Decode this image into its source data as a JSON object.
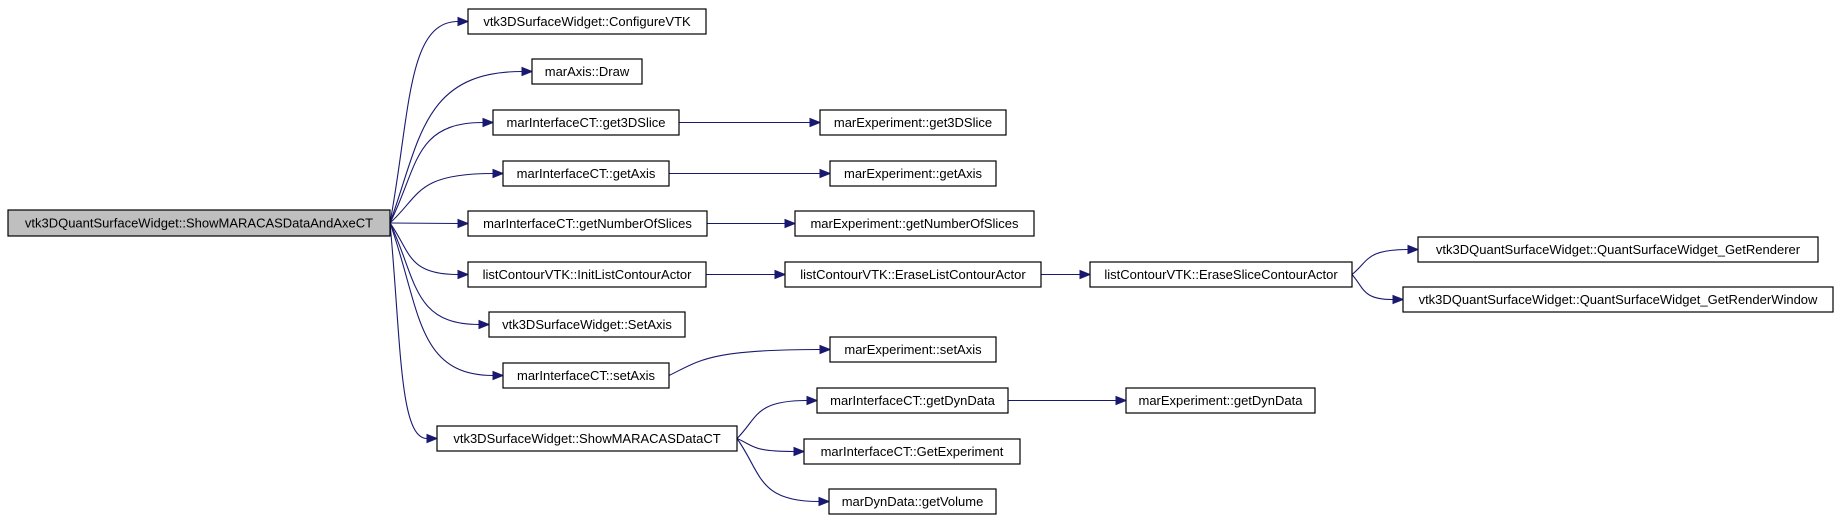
{
  "diagram": {
    "type": "call-graph",
    "edge_color": "#191970",
    "root_fill": "#bfbfbf",
    "nodes": [
      {
        "id": "root",
        "label": "vtk3DQuantSurfaceWidget::ShowMARACASDataAndAxeCT",
        "root": true
      },
      {
        "id": "n_configure",
        "label": "vtk3DSurfaceWidget::ConfigureVTK"
      },
      {
        "id": "n_draw",
        "label": "marAxis::Draw"
      },
      {
        "id": "n_ict_get3d",
        "label": "marInterfaceCT::get3DSlice"
      },
      {
        "id": "n_exp_get3d",
        "label": "marExperiment::get3DSlice"
      },
      {
        "id": "n_ict_getaxis",
        "label": "marInterfaceCT::getAxis"
      },
      {
        "id": "n_exp_getaxis",
        "label": "marExperiment::getAxis"
      },
      {
        "id": "n_ict_getnum",
        "label": "marInterfaceCT::getNumberOfSlices"
      },
      {
        "id": "n_exp_getnum",
        "label": "marExperiment::getNumberOfSlices"
      },
      {
        "id": "n_init_list",
        "label": "listContourVTK::InitListContourActor"
      },
      {
        "id": "n_erase_list",
        "label": "listContourVTK::EraseListContourActor"
      },
      {
        "id": "n_erase_slice",
        "label": "listContourVTK::EraseSliceContourActor"
      },
      {
        "id": "n_get_renderer",
        "label": "vtk3DQuantSurfaceWidget::QuantSurfaceWidget_GetRenderer"
      },
      {
        "id": "n_get_renderwindow",
        "label": "vtk3DQuantSurfaceWidget::QuantSurfaceWidget_GetRenderWindow"
      },
      {
        "id": "n_setaxis_sw",
        "label": "vtk3DSurfaceWidget::SetAxis"
      },
      {
        "id": "n_exp_setaxis",
        "label": "marExperiment::setAxis"
      },
      {
        "id": "n_ict_setaxis",
        "label": "marInterfaceCT::setAxis"
      },
      {
        "id": "n_ict_getdyn",
        "label": "marInterfaceCT::getDynData"
      },
      {
        "id": "n_exp_getdyn",
        "label": "marExperiment::getDynData"
      },
      {
        "id": "n_showdata",
        "label": "vtk3DSurfaceWidget::ShowMARACASDataCT"
      },
      {
        "id": "n_ict_getexp",
        "label": "marInterfaceCT::GetExperiment"
      },
      {
        "id": "n_dyn_getvol",
        "label": "marDynData::getVolume"
      }
    ],
    "edges": [
      {
        "from": "root",
        "to": "n_configure"
      },
      {
        "from": "root",
        "to": "n_draw"
      },
      {
        "from": "root",
        "to": "n_ict_get3d"
      },
      {
        "from": "root",
        "to": "n_ict_getaxis"
      },
      {
        "from": "root",
        "to": "n_ict_getnum"
      },
      {
        "from": "root",
        "to": "n_init_list"
      },
      {
        "from": "root",
        "to": "n_setaxis_sw"
      },
      {
        "from": "root",
        "to": "n_ict_setaxis"
      },
      {
        "from": "root",
        "to": "n_showdata"
      },
      {
        "from": "n_ict_get3d",
        "to": "n_exp_get3d"
      },
      {
        "from": "n_ict_getaxis",
        "to": "n_exp_getaxis"
      },
      {
        "from": "n_ict_getnum",
        "to": "n_exp_getnum"
      },
      {
        "from": "n_init_list",
        "to": "n_erase_list"
      },
      {
        "from": "n_erase_list",
        "to": "n_erase_slice"
      },
      {
        "from": "n_erase_slice",
        "to": "n_get_renderer"
      },
      {
        "from": "n_erase_slice",
        "to": "n_get_renderwindow"
      },
      {
        "from": "n_ict_setaxis",
        "to": "n_exp_setaxis"
      },
      {
        "from": "n_showdata",
        "to": "n_ict_getdyn"
      },
      {
        "from": "n_showdata",
        "to": "n_ict_getexp"
      },
      {
        "from": "n_showdata",
        "to": "n_dyn_getvol"
      },
      {
        "from": "n_ict_getdyn",
        "to": "n_exp_getdyn"
      }
    ]
  }
}
